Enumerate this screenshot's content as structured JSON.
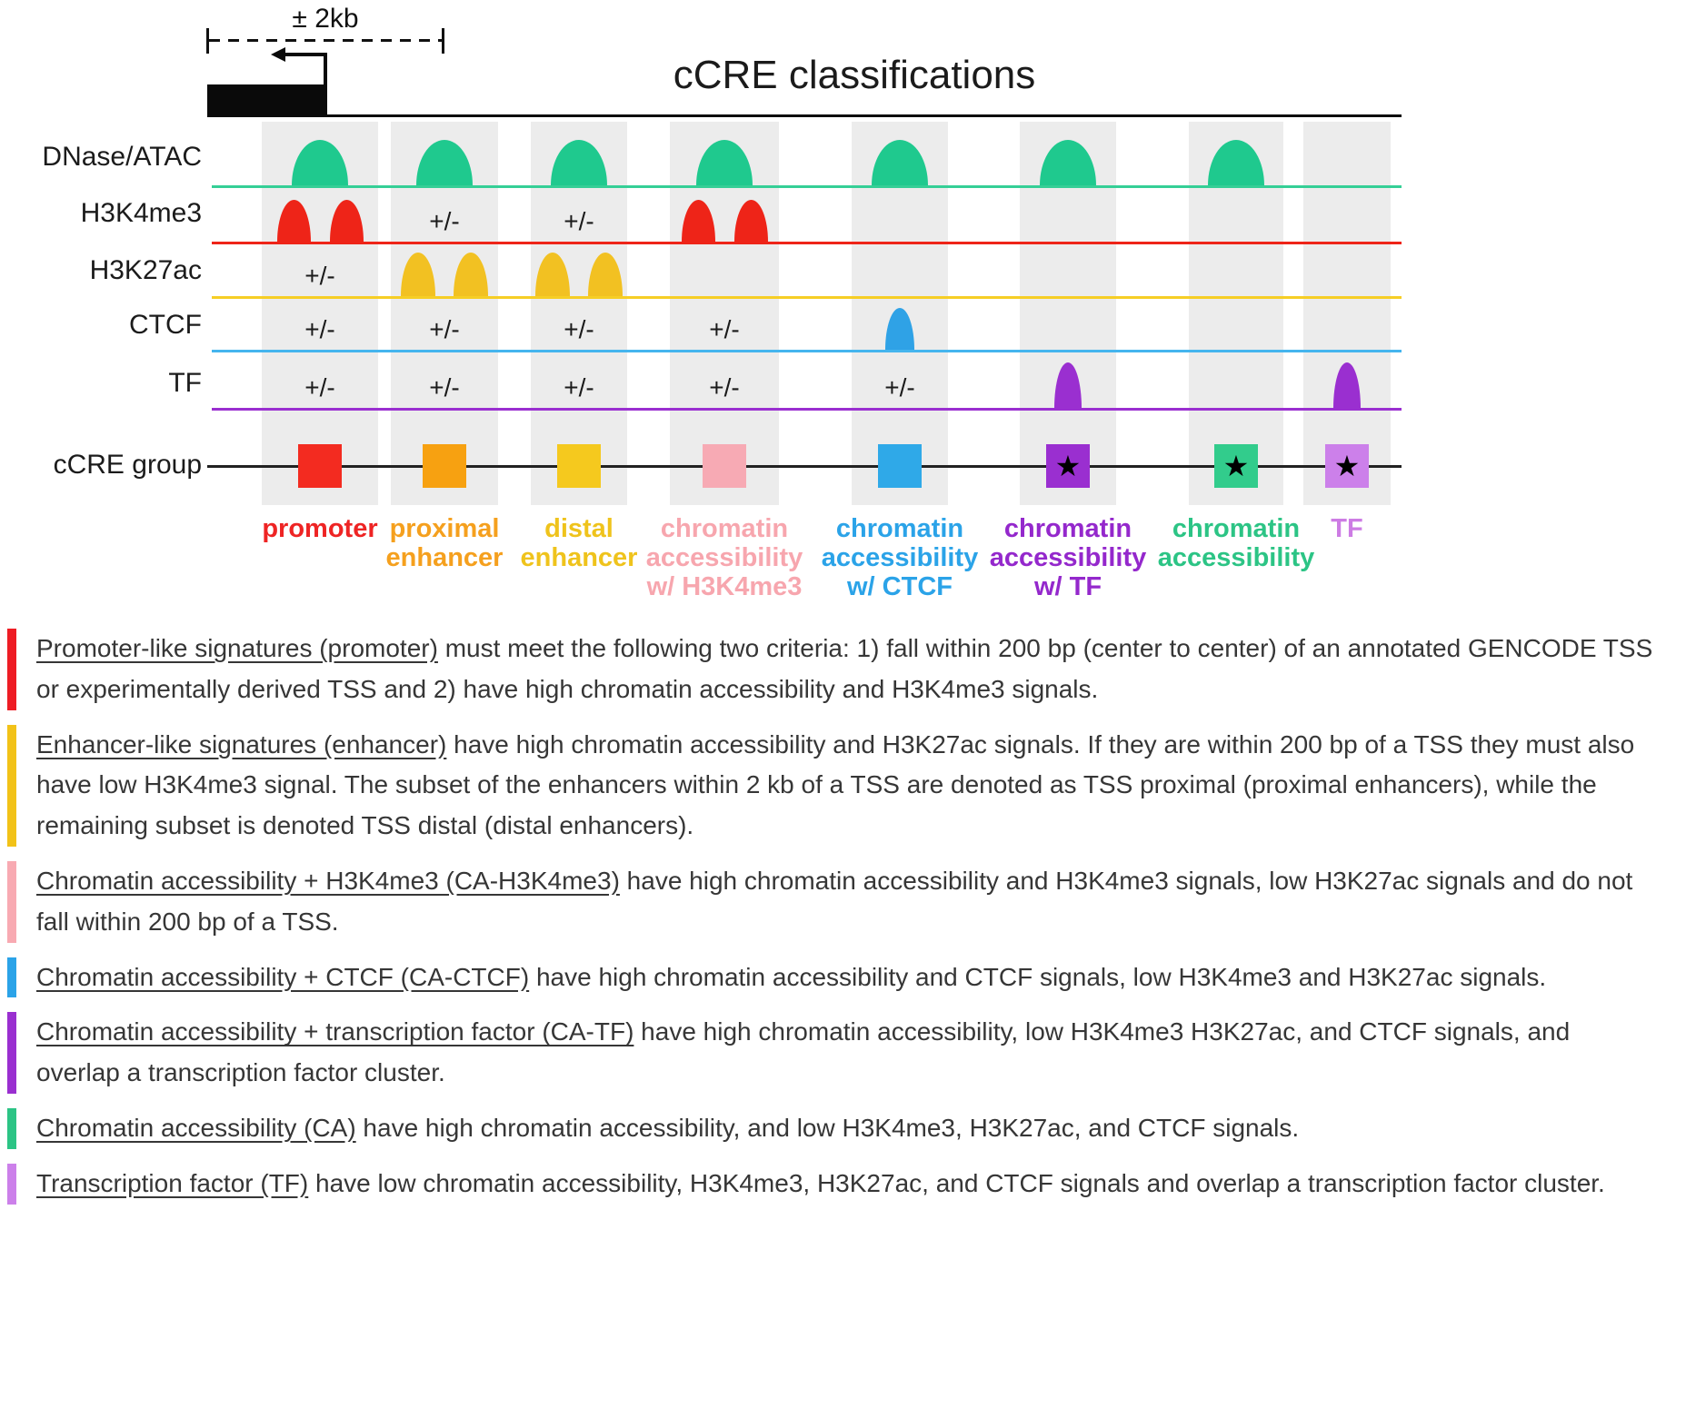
{
  "figure": {
    "title": "cCRE classifications",
    "scale_label": "± 2kb"
  },
  "glyphs": {
    "plus_minus": "+/-",
    "star": "★"
  },
  "tracks": [
    {
      "key": "dnase",
      "label": "DNase/ATAC",
      "line_color": "#35cf96",
      "peak_color": "#1fc98e"
    },
    {
      "key": "h3k4me3",
      "label": "H3K4me3",
      "line_color": "#ee2418",
      "peak_color": "#ee2418"
    },
    {
      "key": "h3k27ac",
      "label": "H3K27ac",
      "line_color": "#f6ce25",
      "peak_color": "#f2c122"
    },
    {
      "key": "ctcf",
      "label": "CTCF",
      "line_color": "#45b5ee",
      "peak_color": "#2fa2e6"
    },
    {
      "key": "tf",
      "label": "TF",
      "line_color": "#9a2fd0",
      "peak_color": "#9a2fd0"
    },
    {
      "key": "group",
      "label": "cCRE group",
      "line_color": "#222222"
    }
  ],
  "columns": [
    {
      "id": "promoter",
      "label_lines": [
        "promoter"
      ],
      "label_color": "#ee2424",
      "box_color": "#f32b20",
      "star": false,
      "cells": {
        "dnase": "peak",
        "h3k4me3": "double",
        "h3k27ac": "pm",
        "ctcf": "pm",
        "tf": "pm"
      }
    },
    {
      "id": "proximal-enhancer",
      "label_lines": [
        "proximal",
        "enhancer"
      ],
      "label_color": "#f5a01e",
      "box_color": "#f7a111",
      "star": false,
      "cells": {
        "dnase": "peak",
        "h3k4me3": "pm",
        "h3k27ac": "double",
        "ctcf": "pm",
        "tf": "pm"
      }
    },
    {
      "id": "distal-enhancer",
      "label_lines": [
        "distal",
        "enhancer"
      ],
      "label_color": "#efc31c",
      "box_color": "#f5c91e",
      "star": false,
      "cells": {
        "dnase": "peak",
        "h3k4me3": "pm",
        "h3k27ac": "double",
        "ctcf": "pm",
        "tf": "pm"
      }
    },
    {
      "id": "ca-h3k4me3",
      "label_lines": [
        "chromatin",
        "accessibility",
        "w/ H3K4me3"
      ],
      "label_color": "#f7a6ae",
      "box_color": "#f7aab4",
      "star": false,
      "cells": {
        "dnase": "peak",
        "h3k4me3": "double",
        "h3k27ac": "none",
        "ctcf": "pm",
        "tf": "pm"
      }
    },
    {
      "id": "ca-ctcf",
      "label_lines": [
        "chromatin",
        "accessibility",
        "w/ CTCF"
      ],
      "label_color": "#2ba3e8",
      "box_color": "#2fa9e8",
      "star": false,
      "cells": {
        "dnase": "peak",
        "h3k4me3": "none",
        "h3k27ac": "none",
        "ctcf": "peak",
        "tf": "pm"
      }
    },
    {
      "id": "ca-tf",
      "label_lines": [
        "chromatin",
        "accessibility",
        "w/ TF"
      ],
      "label_color": "#9428cc",
      "box_color": "#9a2fd0",
      "star": true,
      "cells": {
        "dnase": "peak",
        "h3k4me3": "none",
        "h3k27ac": "none",
        "ctcf": "none",
        "tf": "peak"
      }
    },
    {
      "id": "ca",
      "label_lines": [
        "chromatin",
        "accessibility"
      ],
      "label_color": "#2cc485",
      "box_color": "#32cc8c",
      "star": true,
      "cells": {
        "dnase": "peak",
        "h3k4me3": "none",
        "h3k27ac": "none",
        "ctcf": "none",
        "tf": "none"
      }
    },
    {
      "id": "tf",
      "label_lines": [
        "TF"
      ],
      "label_color": "#cd7ce4",
      "box_color": "#cc80ea",
      "star": true,
      "cells": {
        "dnase": "none",
        "h3k4me3": "none",
        "h3k27ac": "none",
        "ctcf": "none",
        "tf": "peak"
      }
    }
  ],
  "descriptions": [
    {
      "color": "#ee1c24",
      "lead": "Promoter-like signatures (promoter)",
      "text": " must meet the following two criteria: 1) fall within 200 bp (center to center) of an annotated GENCODE TSS or experimentally derived TSS and 2) have high chromatin accessibility and H3K4me3 signals."
    },
    {
      "color": "#f2c218",
      "lead": "Enhancer-like signatures (enhancer)",
      "text": " have high chromatin accessibility and H3K27ac signals. If they are within 200 bp of a TSS they must also have low H3K4me3 signal. The subset of the enhancers within 2 kb of a TSS are denoted as TSS proximal (proximal enhancers), while the remaining subset is denoted TSS distal (distal enhancers)."
    },
    {
      "color": "#f8aab2",
      "lead": "Chromatin accessibility + H3K4me3 (CA-H3K4me3)",
      "text": " have high chromatin accessibility and H3K4me3 signals, low H3K27ac signals and do not fall within 200 bp of a TSS."
    },
    {
      "color": "#2ba3e8",
      "lead": "Chromatin accessibility + CTCF (CA-CTCF)",
      "text": " have high chromatin accessibility and CTCF signals, low H3K4me3 and H3K27ac signals."
    },
    {
      "color": "#9a2fd0",
      "lead": "Chromatin accessibility + transcription factor (CA-TF)",
      "text": " have high chromatin accessibility, low H3K4me3 H3K27ac, and CTCF signals, and overlap a transcription factor cluster."
    },
    {
      "color": "#2cc485",
      "lead": "Chromatin accessibility (CA)",
      "text": " have high chromatin accessibility, and low H3K4me3, H3K27ac, and CTCF signals."
    },
    {
      "color": "#cc80ea",
      "lead": "Transcription factor (TF)",
      "text": " have low chromatin accessibility, H3K4me3, H3K27ac, and CTCF signals and overlap a transcription factor cluster."
    }
  ]
}
